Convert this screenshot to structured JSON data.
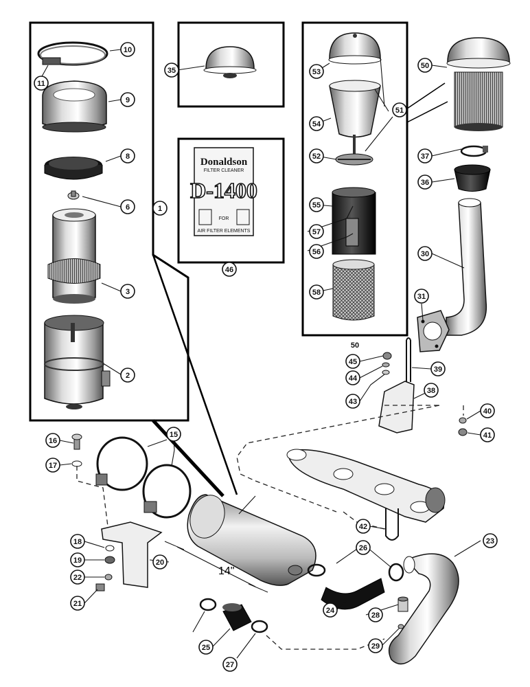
{
  "callouts": [
    "1",
    "2",
    "3",
    "6",
    "8",
    "9",
    "10",
    "11",
    "35",
    "46",
    "50",
    "51",
    "52",
    "53",
    "54",
    "55",
    "56",
    "57",
    "58",
    "31",
    "30",
    "36",
    "37",
    "45",
    "44",
    "43",
    "39",
    "38",
    "40",
    "41",
    "15",
    "16",
    "17",
    "18",
    "19",
    "20",
    "21",
    "22",
    "42",
    "23",
    "26",
    "24",
    "25",
    "27",
    "28",
    "29",
    "14\""
  ],
  "product_box": {
    "brand": "Donaldson",
    "sub1": "FILTER CLEANER",
    "model": "D-1400",
    "sub2": "FOR",
    "sub3": "AIR FILTER ELEMENTS"
  },
  "dimension_label": "14\""
}
